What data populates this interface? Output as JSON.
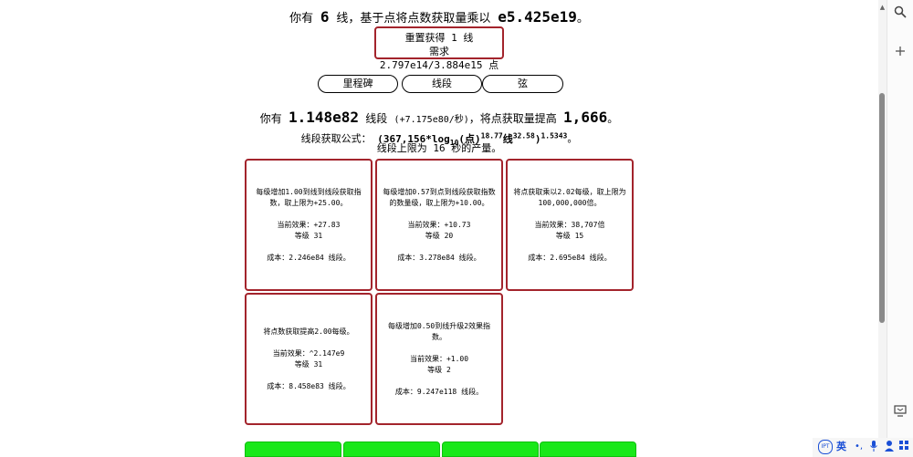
{
  "header": {
    "prefix": "你有",
    "count": "6",
    "suffix_pre": "线，基于点将点数获取量乘以",
    "mult": "e5.425e19",
    "suffix": "。"
  },
  "reset_button": {
    "line1": "重置获得 1 线",
    "line2": "需求 2.797e14/3.884e15 点"
  },
  "tabs": [
    {
      "label": "里程碑"
    },
    {
      "label": "线段"
    },
    {
      "label": "弦"
    }
  ],
  "segments": {
    "prefix": "你有",
    "amount": "1.148e82",
    "unit": "线段",
    "rate": "(+7.175e80/秒)",
    "mid": "，将点获取量提高",
    "boost": "1,666",
    "end": "。"
  },
  "formula": {
    "label": "线段获取公式：",
    "expr_base": "(367,156*log",
    "expr_sub": "10",
    "expr_mid": "(点)",
    "expr_sup1": "18.77",
    "expr_mid2": "线",
    "expr_sup2": "32.58",
    "expr_close": ")",
    "expr_sup3": "1.5343",
    "end": "。"
  },
  "cap": {
    "text_pre": "线段上限为",
    "seconds": "16",
    "text_post": "秒的产量。"
  },
  "upgrades": [
    {
      "desc": "每级增加1.00到线到线段获取指数，取上限为+25.00。",
      "effect": "当前效果：+27.83",
      "level": "等级 31",
      "cost": "成本：2.246e84 线段。"
    },
    {
      "desc": "每级增加0.57到点到线段获取指数的数量级，取上限为+10.00。",
      "effect": "当前效果：+10.73",
      "level": "等级 20",
      "cost": "成本：3.278e84 线段。"
    },
    {
      "desc": "将点获取乘以2.02每级，取上限为100,000,000倍。",
      "effect": "当前效果：38,707倍",
      "level": "等级 15",
      "cost": "成本：2.695e84 线段。"
    },
    {
      "desc": "将点数获取提高2.00每级。",
      "effect": "当前效果：^2.147e9",
      "level": "等级 31",
      "cost": "成本：8.458e83 线段。"
    },
    {
      "desc": "每级增加0.50到线升级2效果指数。",
      "effect": "当前效果：+1.00",
      "level": "等级 2",
      "cost": "成本：9.247e118 线段。"
    }
  ],
  "side_icons": [
    "search-icon",
    "plus-icon",
    "screenshot-icon",
    "settings-icon"
  ],
  "ime": {
    "lang": "英"
  },
  "colors": {
    "card_border": "#a3242c",
    "green_button": "#19e819"
  }
}
